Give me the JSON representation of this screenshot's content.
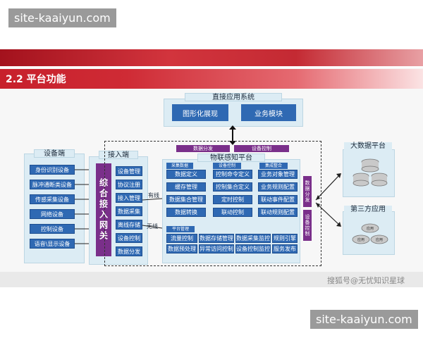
{
  "watermark": {
    "top": "site-kaaiyun.com",
    "bottom": "site-kaaiyun.com"
  },
  "section_title": "2.2 平台功能",
  "credit": "搜狐号@无忧知识星球",
  "app_system": {
    "title": "直接应用系统",
    "buttons": [
      "图形化展现",
      "业务模块"
    ]
  },
  "device_end": {
    "title": "设备端",
    "items": [
      "身份识别设备",
      "脉冲通断类设备",
      "传感采集设备",
      "网络设备",
      "控制设备",
      "语音\\显示设备"
    ]
  },
  "access_end": {
    "title": "接入端",
    "gateway": "综合接入网关",
    "items": [
      "设备管理",
      "协议注册",
      "接入管理",
      "数据采集",
      "离线存储",
      "设备控制",
      "数据分发"
    ]
  },
  "links": {
    "wired": "有线",
    "wireless": "无线"
  },
  "iot_platform": {
    "title": "物联感知平台",
    "top_tabs": [
      "数据分发",
      "设备控制"
    ],
    "groups": [
      {
        "label": "采集数据",
        "items": [
          "数据定义",
          "缓存管理",
          "数据集合管理",
          "数据转换"
        ]
      },
      {
        "label": "设备控制",
        "items": [
          "控制命令定义",
          "控制集合定义",
          "定时控制",
          "联动控制"
        ]
      },
      {
        "label": "集成整合",
        "items": [
          "业务对象管理",
          "业务规则配置",
          "联动事件配置",
          "联动规则配置"
        ]
      }
    ],
    "platform_mgmt": {
      "label": "平台管理",
      "row1": [
        "流量控制",
        "数据存储管理",
        "数据采集监控",
        "规则引擎"
      ],
      "row2": [
        "数据预处理",
        "异常访问控制",
        "设备控制监控",
        "服务发布"
      ]
    },
    "side_tabs": [
      "数据分发",
      "设备控制"
    ]
  },
  "big_data": {
    "title": "大数据平台"
  },
  "third_party": {
    "title": "第三方应用",
    "nodes": [
      "应用",
      "应用",
      "应用"
    ]
  }
}
